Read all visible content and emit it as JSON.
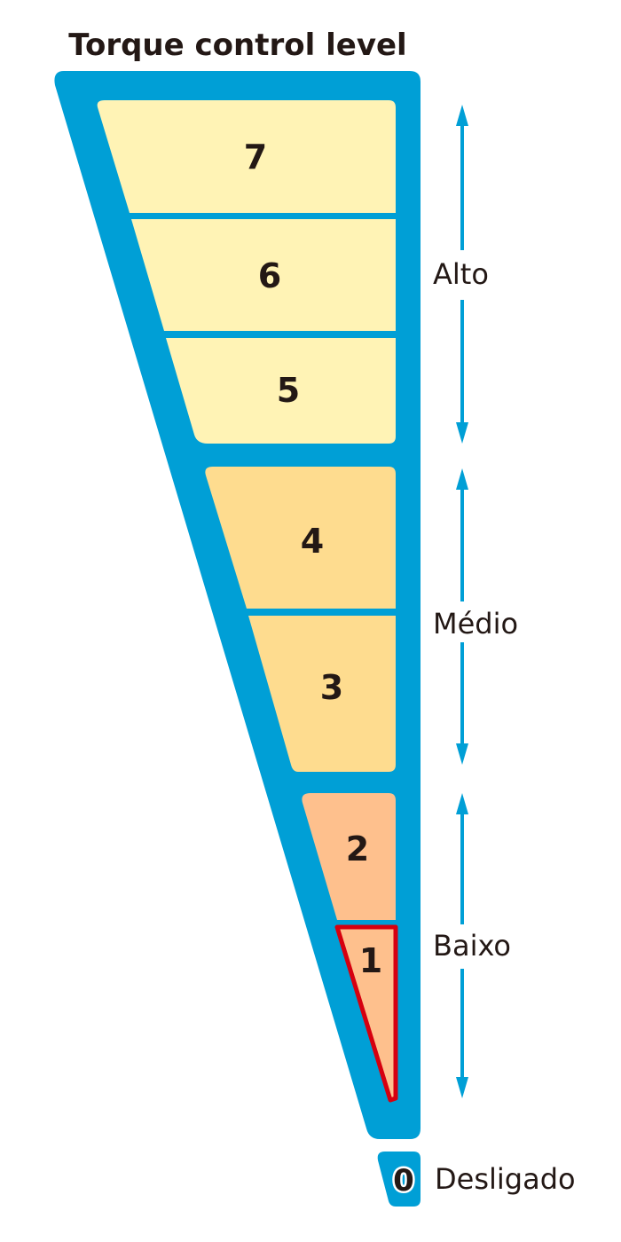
{
  "title": "Torque control level",
  "colors": {
    "frame": "#009fd6",
    "high": "#fff3b5",
    "medium": "#fedc8f",
    "low": "#fec08d",
    "highlight": "#d6000f",
    "text": "#231815"
  },
  "levels": [
    {
      "number": "7",
      "group": "high"
    },
    {
      "number": "6",
      "group": "high"
    },
    {
      "number": "5",
      "group": "high"
    },
    {
      "number": "4",
      "group": "medium"
    },
    {
      "number": "3",
      "group": "medium"
    },
    {
      "number": "2",
      "group": "low"
    },
    {
      "number": "1",
      "group": "low",
      "selected": true
    }
  ],
  "groups": {
    "high": "Alto",
    "medium": "Médio",
    "low": "Baixo"
  },
  "off": {
    "number": "0",
    "label": "Desligado"
  },
  "icons": {
    "range": "double-arrow-icon"
  }
}
